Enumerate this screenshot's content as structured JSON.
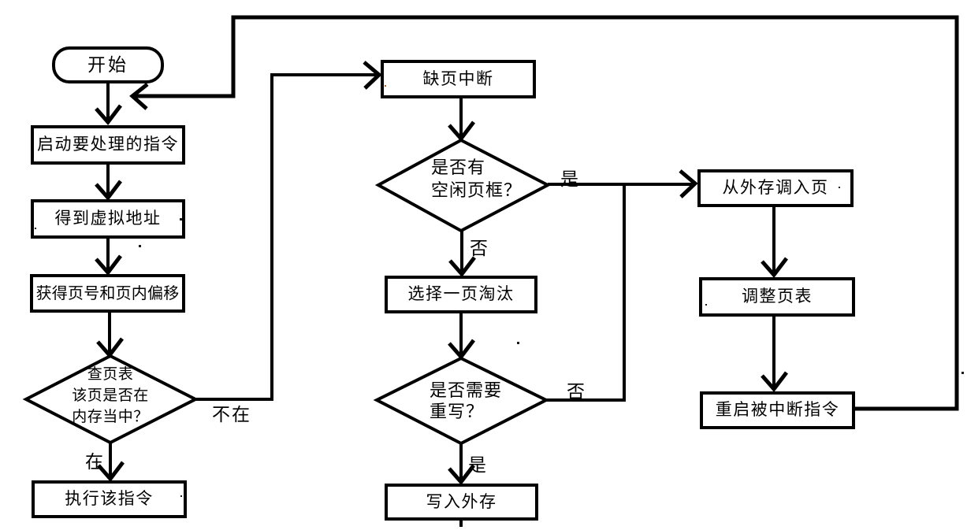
{
  "colors": {
    "line": "#000000",
    "background": "#ffffff"
  },
  "diagram": {
    "nodes": {
      "start": {
        "label": "开始",
        "shape": "terminator"
      },
      "launch_instruction": {
        "label": "启动要处理的指令",
        "shape": "process"
      },
      "get_virtual_address": {
        "label": "得到虚拟地址",
        "shape": "process"
      },
      "get_page_number_offset": {
        "label": "获得页号和页内偏移",
        "shape": "process"
      },
      "check_page_table": {
        "label": "查页表\n该页是否在\n内存当中？",
        "shape": "decision"
      },
      "execute_instruction": {
        "label": "执行该指令",
        "shape": "process"
      },
      "page_fault": {
        "label": "缺页中断",
        "shape": "process"
      },
      "has_free_frame": {
        "label": "是否有\n空闲页框？",
        "shape": "decision"
      },
      "select_page_evict": {
        "label": "选择一页淘汰",
        "shape": "process"
      },
      "need_rewrite": {
        "label": "是否需要\n重写？",
        "shape": "decision"
      },
      "write_external": {
        "label": "写入外存",
        "shape": "process"
      },
      "load_page_external": {
        "label": "从外存调入页",
        "shape": "process"
      },
      "adjust_page_table": {
        "label": "调整页表",
        "shape": "process"
      },
      "restart_instruction": {
        "label": "重启被中断指令",
        "shape": "process"
      }
    },
    "edge_labels": {
      "in_memory_yes": "在",
      "in_memory_no": "不在",
      "free_frame_yes": "是",
      "free_frame_no": "否",
      "need_rewrite_yes": "是",
      "need_rewrite_no": "否"
    }
  }
}
